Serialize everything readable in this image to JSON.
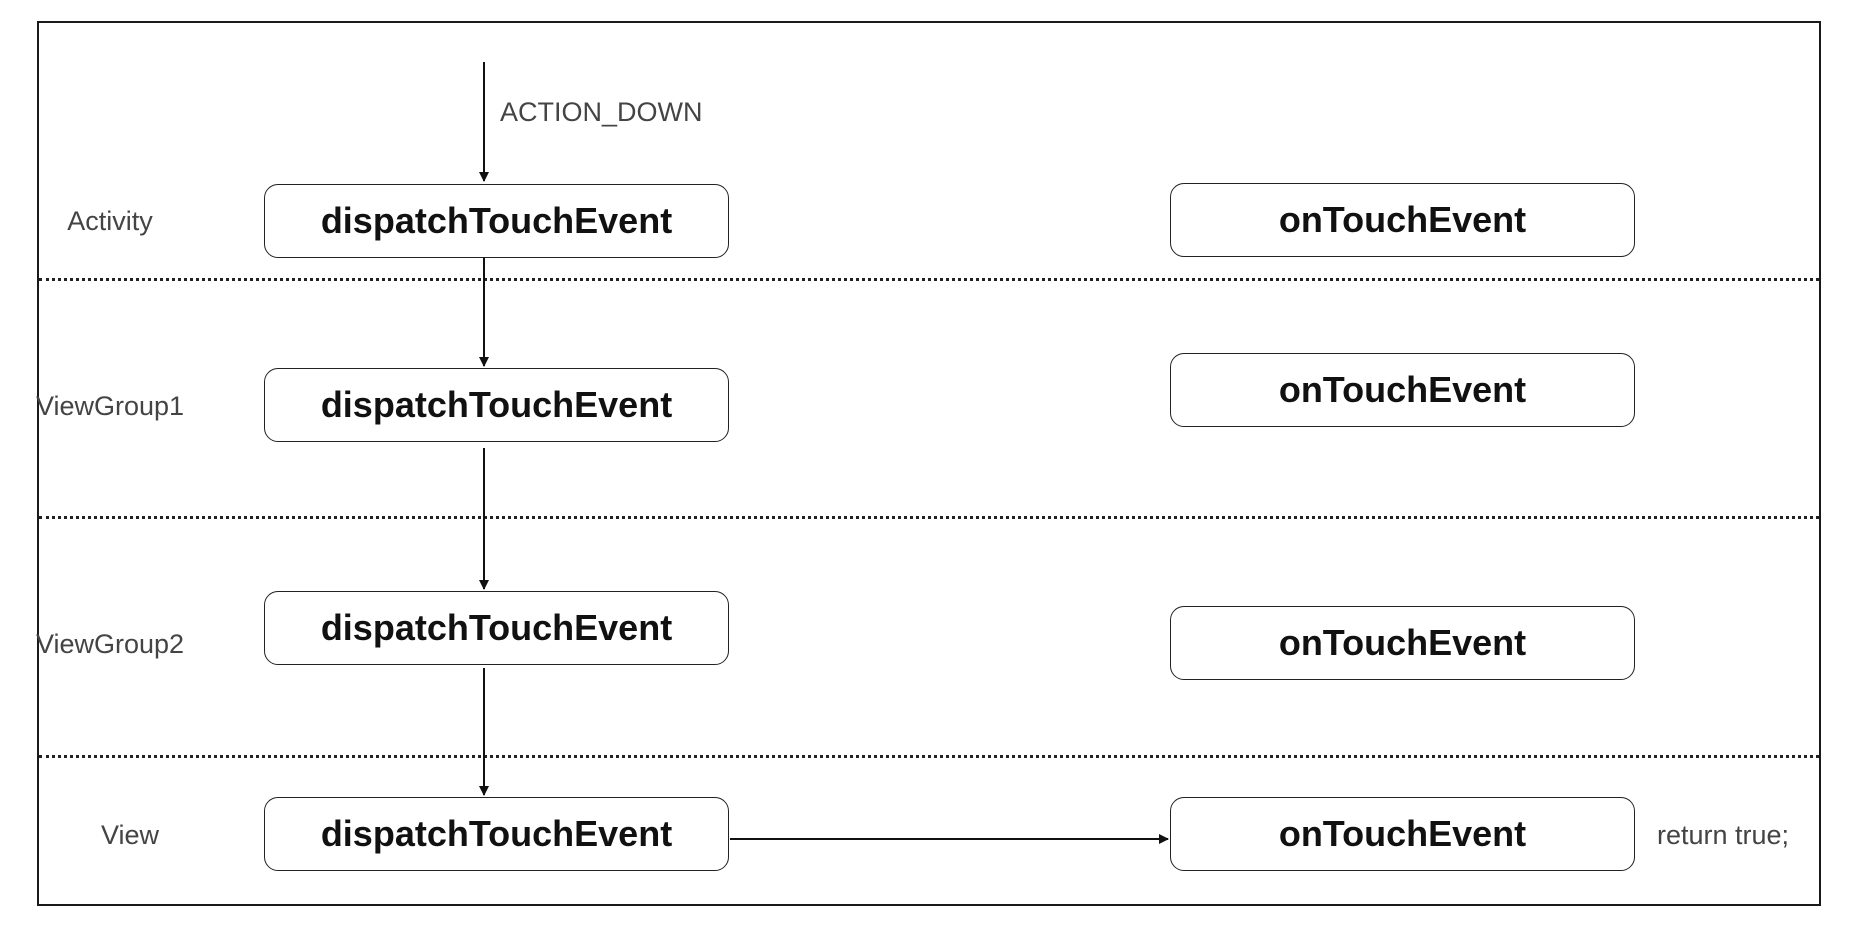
{
  "diagram": {
    "event_label": "ACTION_DOWN",
    "return_label": "return true;",
    "rows": [
      {
        "label": "Activity",
        "dispatch": "dispatchTouchEvent",
        "on_touch": "onTouchEvent"
      },
      {
        "label": "ViewGroup1",
        "dispatch": "dispatchTouchEvent",
        "on_touch": "onTouchEvent"
      },
      {
        "label": "ViewGroup2",
        "dispatch": "dispatchTouchEvent",
        "on_touch": "onTouchEvent"
      },
      {
        "label": "View",
        "dispatch": "dispatchTouchEvent",
        "on_touch": "onTouchEvent"
      }
    ]
  }
}
